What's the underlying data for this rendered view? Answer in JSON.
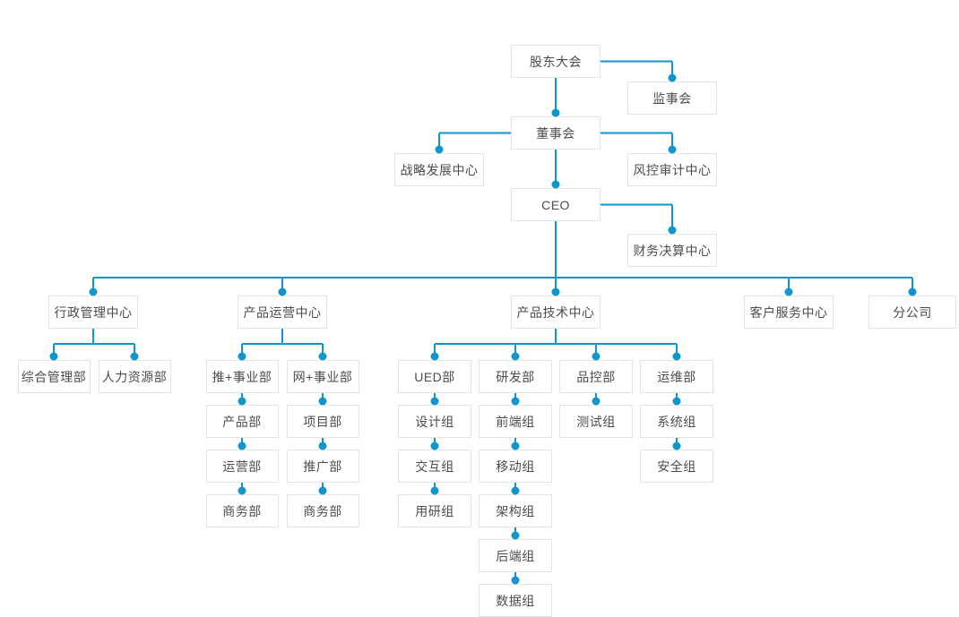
{
  "colors": {
    "line": "#1095cc",
    "dot": "#1095cc",
    "box_border": "#e4e4e4",
    "box_bg": "#ffffff",
    "text": "#4c4c4c",
    "background": "#ffffff"
  },
  "org_chart": {
    "type": "org-tree",
    "nodes": [
      {
        "id": "shareholders",
        "label": "股东大会",
        "parent": null
      },
      {
        "id": "supervisory",
        "label": "监事会",
        "parent": "shareholders"
      },
      {
        "id": "board",
        "label": "董事会",
        "parent": "shareholders"
      },
      {
        "id": "strategy",
        "label": "战略发展中心",
        "parent": "board"
      },
      {
        "id": "risk",
        "label": "风控审计中心",
        "parent": "board"
      },
      {
        "id": "ceo",
        "label": "CEO",
        "parent": "board"
      },
      {
        "id": "finance",
        "label": "财务决算中心",
        "parent": "ceo"
      },
      {
        "id": "admin",
        "label": "行政管理中心",
        "parent": "ceo"
      },
      {
        "id": "product-ops",
        "label": "产品运营中心",
        "parent": "ceo"
      },
      {
        "id": "product-tech",
        "label": "产品技术中心",
        "parent": "ceo"
      },
      {
        "id": "customer-service",
        "label": "客户服务中心",
        "parent": "ceo"
      },
      {
        "id": "branch",
        "label": "分公司",
        "parent": "ceo"
      },
      {
        "id": "general-mgmt",
        "label": "综合管理部",
        "parent": "admin"
      },
      {
        "id": "hr",
        "label": "人力资源部",
        "parent": "admin"
      },
      {
        "id": "tui-division",
        "label": "推+事业部",
        "parent": "product-ops"
      },
      {
        "id": "wang-division",
        "label": "网+事业部",
        "parent": "product-ops"
      },
      {
        "id": "product-dept",
        "label": "产品部",
        "parent": "tui-division"
      },
      {
        "id": "operations-dept",
        "label": "运营部",
        "parent": "product-dept"
      },
      {
        "id": "business-dept-a",
        "label": "商务部",
        "parent": "operations-dept"
      },
      {
        "id": "project-dept",
        "label": "项目部",
        "parent": "wang-division"
      },
      {
        "id": "promotion-dept",
        "label": "推广部",
        "parent": "project-dept"
      },
      {
        "id": "business-dept-b",
        "label": "商务部",
        "parent": "promotion-dept"
      },
      {
        "id": "ued",
        "label": "UED部",
        "parent": "product-tech"
      },
      {
        "id": "rnd",
        "label": "研发部",
        "parent": "product-tech"
      },
      {
        "id": "qc",
        "label": "品控部",
        "parent": "product-tech"
      },
      {
        "id": "ops-maint",
        "label": "运维部",
        "parent": "product-tech"
      },
      {
        "id": "design",
        "label": "设计组",
        "parent": "ued"
      },
      {
        "id": "interaction",
        "label": "交互组",
        "parent": "design"
      },
      {
        "id": "user-research",
        "label": "用研组",
        "parent": "interaction"
      },
      {
        "id": "frontend",
        "label": "前端组",
        "parent": "rnd"
      },
      {
        "id": "mobile",
        "label": "移动组",
        "parent": "frontend"
      },
      {
        "id": "architecture",
        "label": "架构组",
        "parent": "mobile"
      },
      {
        "id": "backend",
        "label": "后端组",
        "parent": "architecture"
      },
      {
        "id": "data-group",
        "label": "数据组",
        "parent": "backend"
      },
      {
        "id": "testing",
        "label": "测试组",
        "parent": "qc"
      },
      {
        "id": "system",
        "label": "系统组",
        "parent": "ops-maint"
      },
      {
        "id": "security",
        "label": "安全组",
        "parent": "system"
      }
    ]
  }
}
